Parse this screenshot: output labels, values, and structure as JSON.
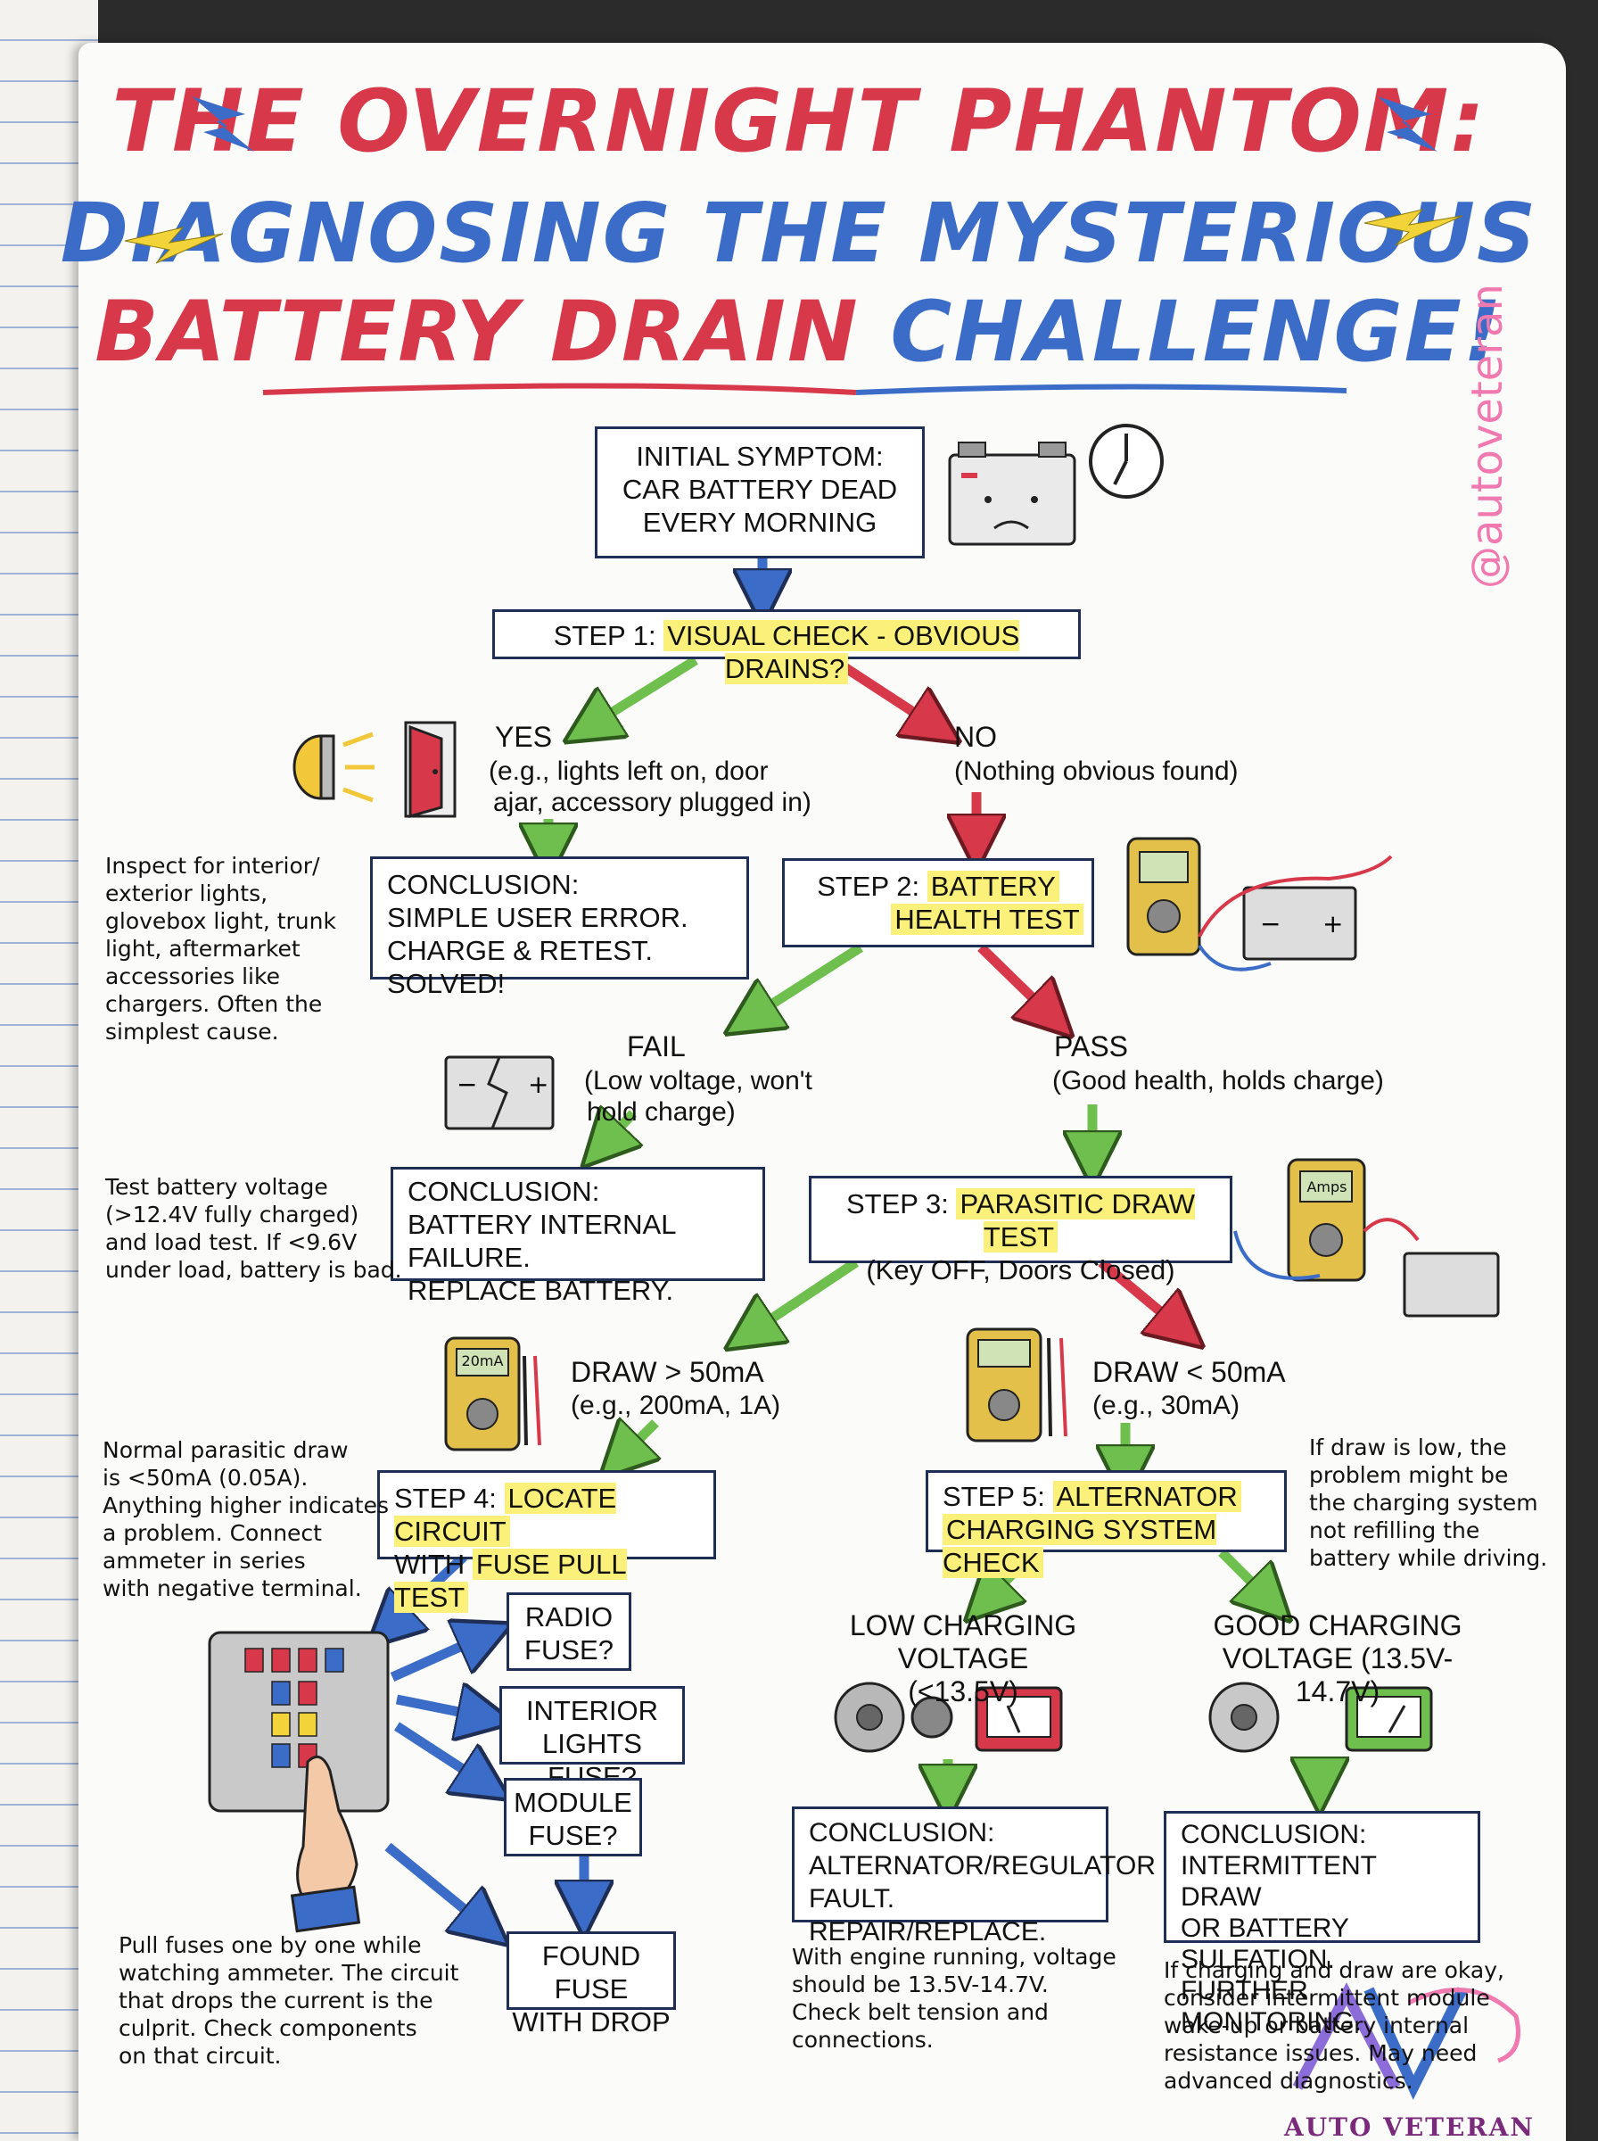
{
  "title": {
    "line1": "THE OVERNIGHT PHANTOM:",
    "line2": "DIAGNOSING THE MYSTERIOUS",
    "line3a": "BATTERY DRAIN",
    "line3b": "CHALLENGE!"
  },
  "handle": "@autoveteran",
  "brand": "AUTO VETERAN",
  "nodes": {
    "symptom": [
      "INITIAL SYMPTOM:",
      "CAR BATTERY DEAD",
      "EVERY MORNING"
    ],
    "step1_prefix": "STEP 1: ",
    "step1_hl": "VISUAL CHECK - OBVIOUS DRAINS?",
    "yes_title": "YES",
    "yes_sub1": "(e.g., lights left on, door",
    "yes_sub2": "ajar, accessory plugged in)",
    "no_title": "NO",
    "no_sub": "(Nothing obvious found)",
    "concl_user": [
      "CONCLUSION:",
      "SIMPLE USER ERROR.",
      "CHARGE & RETEST. SOLVED!"
    ],
    "step2_prefix": "STEP 2: ",
    "step2_hl1": "BATTERY",
    "step2_hl2": "HEALTH TEST",
    "fail_title": "FAIL",
    "fail_sub1": "(Low voltage, won't",
    "fail_sub2": "hold charge)",
    "pass_title": "PASS",
    "pass_sub": "(Good health, holds charge)",
    "concl_battery": [
      "CONCLUSION:",
      "BATTERY INTERNAL FAILURE.",
      "REPLACE BATTERY."
    ],
    "step3_prefix": "STEP 3: ",
    "step3_hl": "PARASITIC DRAW TEST",
    "step3_sub": "(Key OFF, Doors Closed)",
    "draw_high1": "DRAW > 50mA",
    "draw_high2": "(e.g., 200mA, 1A)",
    "draw_low1": "DRAW < 50mA",
    "draw_low2": "(e.g., 30mA)",
    "step4_prefix": "STEP 4: ",
    "step4_hl1": "LOCATE CIRCUIT",
    "step4_line2a": "WITH ",
    "step4_hl2": "FUSE PULL TEST",
    "step5_prefix": "STEP 5: ",
    "step5_hl1": "ALTERNATOR",
    "step5_hl2": "CHARGING SYSTEM CHECK",
    "fuse_radio": [
      "RADIO",
      "FUSE?"
    ],
    "fuse_interior": [
      "INTERIOR",
      "LIGHTS FUSE?"
    ],
    "fuse_module": [
      "MODULE",
      "FUSE?"
    ],
    "found_fuse": [
      "FOUND FUSE",
      "WITH DROP"
    ],
    "low_charging": [
      "LOW CHARGING",
      "VOLTAGE (<13.5V)"
    ],
    "good_charging": [
      "GOOD CHARGING",
      "VOLTAGE (13.5V-14.7V)"
    ],
    "concl_alternator": [
      "CONCLUSION:",
      "ALTERNATOR/REGULATOR",
      "FAULT. REPAIR/REPLACE."
    ],
    "concl_intermittent": [
      "CONCLUSION:",
      "INTERMITTENT DRAW",
      "OR BATTERY SULFATION.",
      "FURTHER MONITORING."
    ]
  },
  "meters": {
    "ma20": "20mA",
    "amps": "Amps"
  },
  "notes": {
    "inspect": [
      "Inspect for interior/",
      "exterior lights,",
      "glovebox light, trunk",
      "light, aftermarket",
      "accessories like",
      "chargers. Often the",
      "simplest cause."
    ],
    "voltage": [
      "Test battery voltage",
      "(>12.4V fully charged)",
      "and load test. If <9.6V",
      "under load, battery is bad."
    ],
    "normal": [
      "Normal parasitic draw",
      "is <50mA (0.05A).",
      "Anything higher indicates",
      "a problem. Connect",
      "ammeter in series",
      "with negative terminal."
    ],
    "low_draw": [
      "If draw is low, the",
      "problem might be",
      "the charging system",
      "not refilling the",
      "battery while driving."
    ],
    "pull": [
      "Pull fuses one by one while",
      "watching ammeter. The circuit",
      "that drops the current is the",
      "culprit. Check components",
      "on that circuit."
    ],
    "engine": [
      "With engine running, voltage",
      "should be 13.5V-14.7V.",
      "Check belt tension and",
      "connections."
    ],
    "advanced": [
      "If charging and draw are okay,",
      "consider intermittent module",
      "wake-up or battery internal",
      "resistance issues. May need",
      "advanced diagnostics."
    ]
  },
  "colors": {
    "red": "#d8394a",
    "blue": "#3b6cc8",
    "green": "#6fbf4f",
    "highlight": "#fbf17a",
    "box_border": "#1f2e55",
    "pink": "#f079b0"
  }
}
